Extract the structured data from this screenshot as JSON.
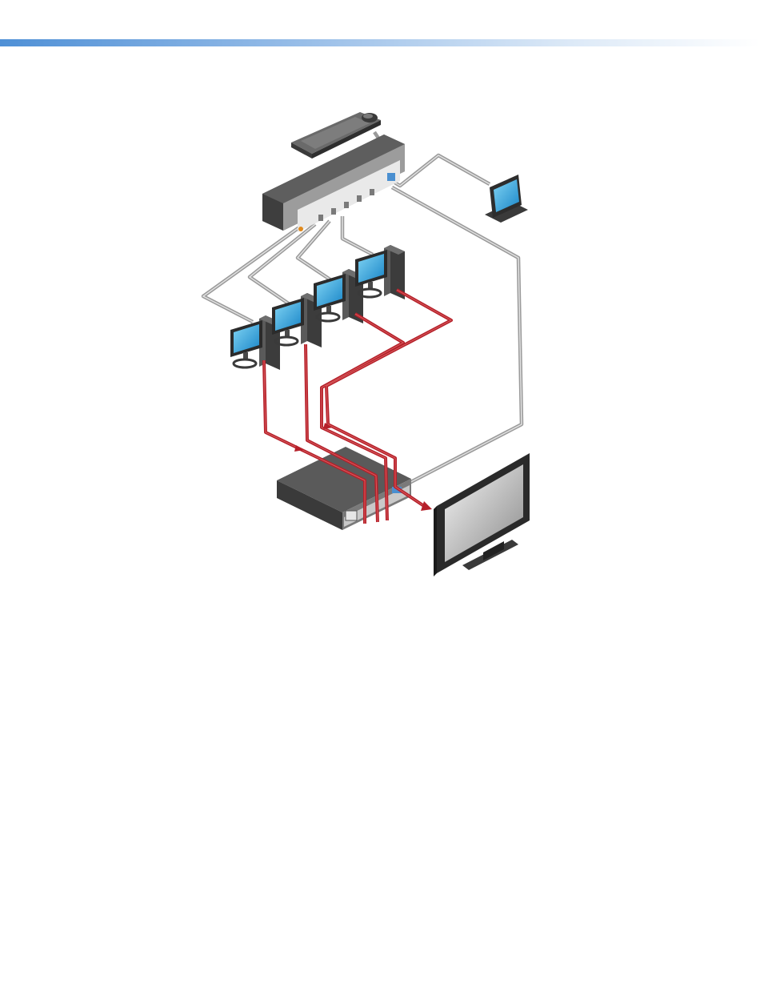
{
  "header": {
    "accent_color": "#5b9bd5"
  },
  "diagram": {
    "cable_colors": {
      "control": "#9a9a9a",
      "video": "#b5202a"
    },
    "components": {
      "keyboard": "keyboard-icon",
      "mouse": "mouse-icon",
      "kvm_switcher": "kvm-switcher",
      "touch_panel": "touch-panel",
      "workstations": [
        "computer-1",
        "computer-2",
        "computer-3",
        "computer-4"
      ],
      "processor": "video-processor",
      "display": "flat-panel-display"
    }
  }
}
